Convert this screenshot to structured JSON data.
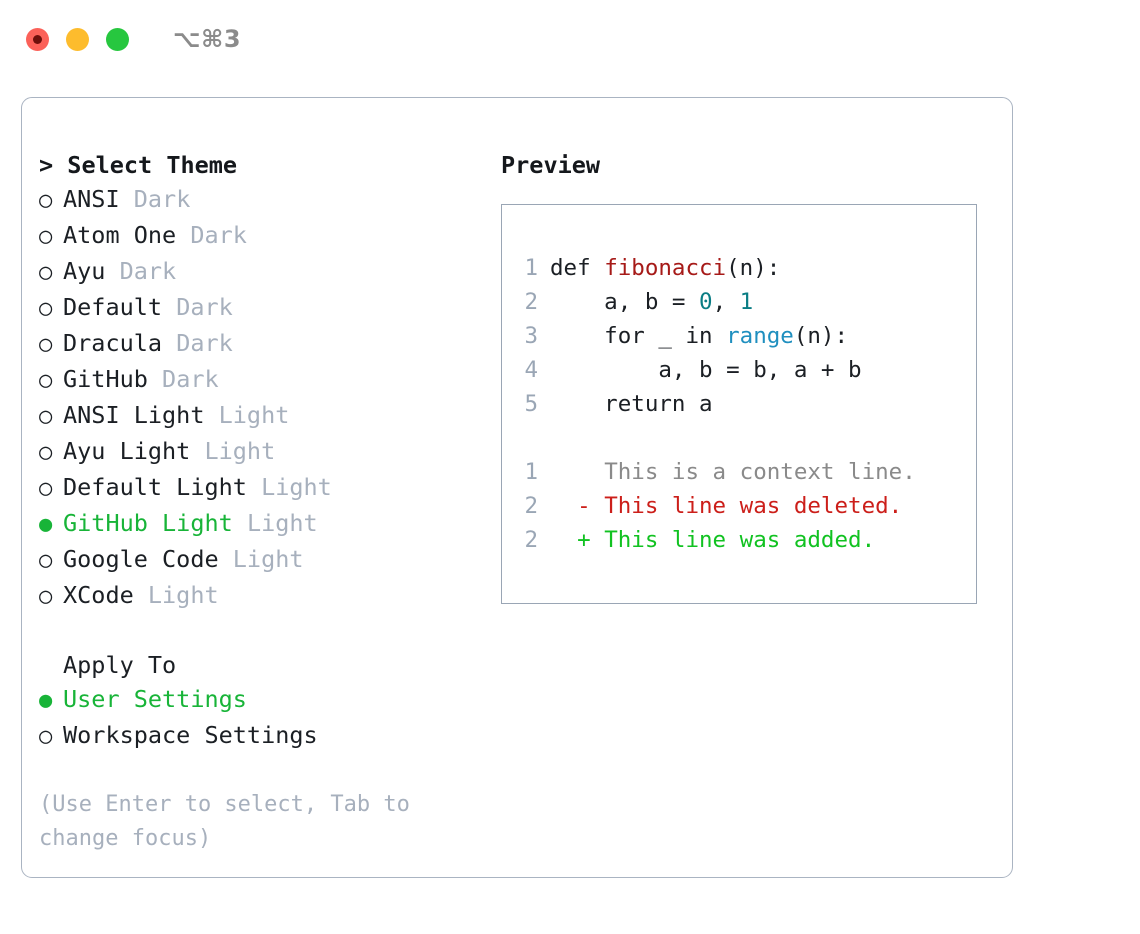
{
  "titlebar": {
    "shortcut": "⌥⌘3",
    "buttons": {
      "close": "close",
      "minimize": "minimize",
      "maximize": "maximize"
    }
  },
  "theme_picker": {
    "header": "> Select Theme",
    "bullet_unselected": "○",
    "bullet_selected": "●",
    "items": [
      {
        "name": "ANSI",
        "tag": "Dark",
        "selected": false
      },
      {
        "name": "Atom One",
        "tag": "Dark",
        "selected": false
      },
      {
        "name": "Ayu",
        "tag": "Dark",
        "selected": false
      },
      {
        "name": "Default",
        "tag": "Dark",
        "selected": false
      },
      {
        "name": "Dracula",
        "tag": "Dark",
        "selected": false
      },
      {
        "name": "GitHub",
        "tag": "Dark",
        "selected": false
      },
      {
        "name": "ANSI Light",
        "tag": "Light",
        "selected": false
      },
      {
        "name": "Ayu Light",
        "tag": "Light",
        "selected": false
      },
      {
        "name": "Default Light",
        "tag": "Light",
        "selected": false
      },
      {
        "name": "GitHub Light",
        "tag": "Light",
        "selected": true
      },
      {
        "name": "Google Code",
        "tag": "Light",
        "selected": false
      },
      {
        "name": "XCode",
        "tag": "Light",
        "selected": false
      }
    ]
  },
  "apply_to": {
    "header": "Apply To",
    "items": [
      {
        "name": "User Settings",
        "selected": true
      },
      {
        "name": "Workspace Settings",
        "selected": false
      }
    ]
  },
  "hint": "(Use Enter to select, Tab to change focus)",
  "preview": {
    "title": "Preview",
    "code_lines": [
      {
        "lineno": "1",
        "tokens": [
          {
            "text": "def ",
            "type": "plain"
          },
          {
            "text": "fibonacci",
            "type": "fn"
          },
          {
            "text": "(n):",
            "type": "plain"
          }
        ]
      },
      {
        "lineno": "2",
        "tokens": [
          {
            "text": "    a, b = ",
            "type": "plain"
          },
          {
            "text": "0",
            "type": "num"
          },
          {
            "text": ", ",
            "type": "plain"
          },
          {
            "text": "1",
            "type": "num"
          }
        ]
      },
      {
        "lineno": "3",
        "tokens": [
          {
            "text": "    for _ in ",
            "type": "plain"
          },
          {
            "text": "range",
            "type": "call"
          },
          {
            "text": "(n):",
            "type": "plain"
          }
        ]
      },
      {
        "lineno": "4",
        "tokens": [
          {
            "text": "        a, b = b, a + b",
            "type": "plain"
          }
        ]
      },
      {
        "lineno": "5",
        "tokens": [
          {
            "text": "    return a",
            "type": "plain"
          }
        ]
      }
    ],
    "diff_lines": [
      {
        "lineno": "1",
        "marker": "  ",
        "text": "This is a context line.",
        "type": "ctx"
      },
      {
        "lineno": "2",
        "marker": "- ",
        "text": "This line was deleted.",
        "type": "del"
      },
      {
        "lineno": "2",
        "marker": "+ ",
        "text": "This line was added.",
        "type": "add"
      }
    ]
  },
  "colors": {
    "accent_green": "#18b438",
    "muted_gray": "#a7b0bd",
    "text": "#1b1f24",
    "border": "#aab4c2",
    "fn_red": "#a61a18",
    "num_teal": "#0a7d84",
    "call_blue": "#1f8fbf",
    "diff_add": "#11c221",
    "diff_del": "#cc1f1a"
  }
}
